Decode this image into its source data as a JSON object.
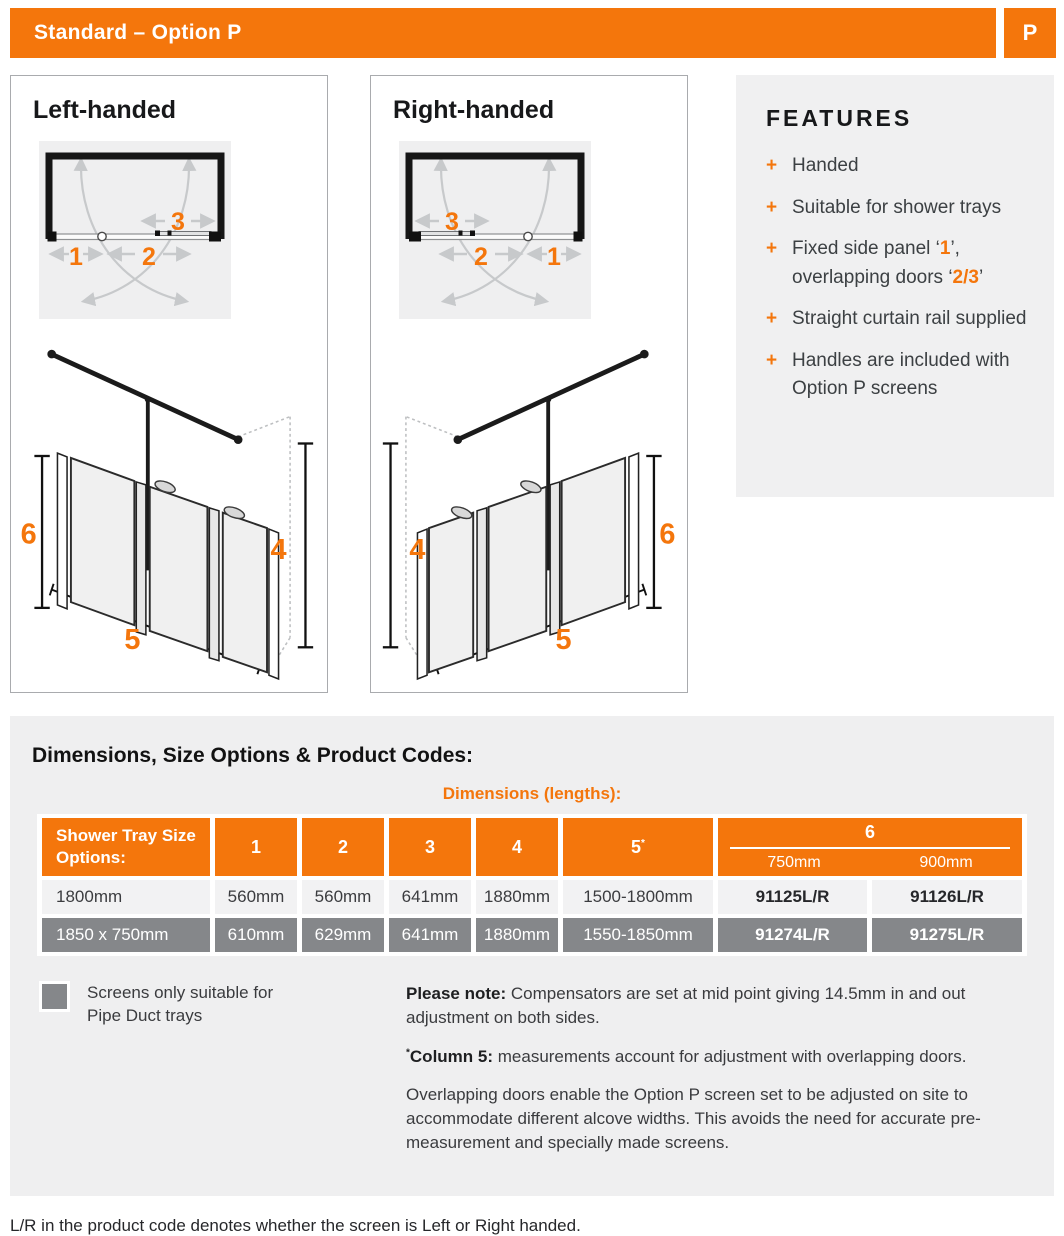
{
  "colors": {
    "accent_orange": "#F4760C",
    "row_gray": "#85878A",
    "panel_gray": "#EFEFF0"
  },
  "header": {
    "title": "Standard – Option P",
    "badge": "P"
  },
  "panels": {
    "left": {
      "title": "Left-handed"
    },
    "right": {
      "title": "Right-handed"
    }
  },
  "dims": {
    "n1": "1",
    "n2": "2",
    "n3": "3",
    "n4": "4",
    "n5": "5",
    "n6": "6"
  },
  "features": {
    "heading": "FEATURES",
    "bullet": "+",
    "item1": "Handed",
    "item2": "Suitable for shower trays",
    "item3_pre": "Fixed side panel ‘",
    "item3_num1": "1",
    "item3_mid": "’, overlapping doors ‘",
    "item3_num2": "2/3",
    "item3_post": "’",
    "item4": "Straight curtain rail supplied",
    "item5": "Handles are included with Option P screens"
  },
  "spec": {
    "heading": "Dimensions, Size Options & Product Codes:",
    "dimensions_caption": "Dimensions (lengths):",
    "table": {
      "headers": {
        "label": "Shower Tray Size Options:",
        "c1": "1",
        "c2": "2",
        "c3": "3",
        "c4": "4",
        "c5": "5",
        "c5_sup": "*",
        "c6": "6",
        "c6_sub1": "750mm",
        "c6_sub2": "900mm"
      },
      "rows": [
        {
          "cells": [
            "1800mm",
            "560mm",
            "560mm",
            "641mm",
            "1880mm",
            "1500-1800mm"
          ],
          "codes": [
            "91125L/R",
            "91126L/R"
          ]
        },
        {
          "cells": [
            "1850 x 750mm",
            "610mm",
            "629mm",
            "641mm",
            "1880mm",
            "1550-1850mm"
          ],
          "codes": [
            "91274L/R",
            "91275L/R"
          ]
        }
      ]
    }
  },
  "notes": {
    "legend": "Screens only suitable for Pipe Duct trays",
    "note1_label": "Please note:",
    "note1_text": "Compensators are set at mid point giving 14.5mm in and out adjustment on both sides.",
    "note2_sup": "*",
    "note2_label": "Column 5:",
    "note2_text": "measurements account for adjustment with overlapping doors.",
    "note3": "Overlapping doors enable the Option P screen set to be adjusted on site to accommodate different alcove widths. This avoids the need for accurate pre-measurement and specially made screens."
  },
  "footer": {
    "note": "L/R in the product code denotes whether the screen is Left or Right handed."
  }
}
